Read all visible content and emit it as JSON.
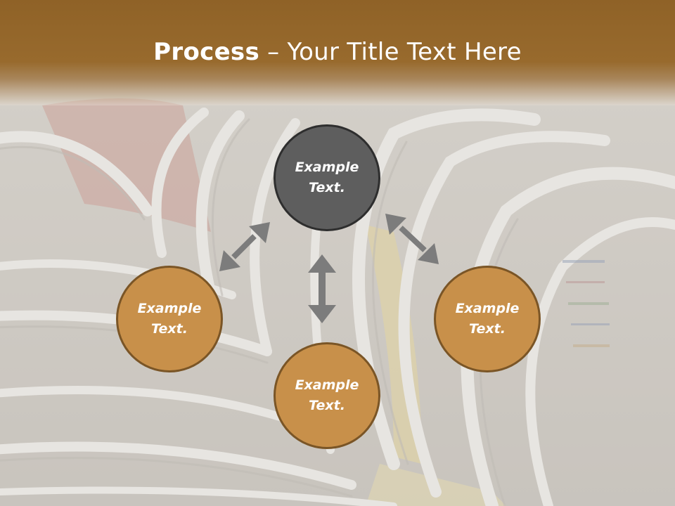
{
  "slide": {
    "title_bold": "Process",
    "title_rest": " – Your Title Text Here"
  },
  "circles": {
    "top": {
      "line1": "Example",
      "line2": "Text."
    },
    "left": {
      "line1": "Example",
      "line2": "Text."
    },
    "bottom": {
      "line1": "Example",
      "line2": "Text."
    },
    "right": {
      "line1": "Example",
      "line2": "Text."
    }
  },
  "colors": {
    "header": "#986a2d",
    "circle_dark": "#5e5e5e",
    "circle_gold": "#c8904a",
    "arrow": "#7c7c7c"
  }
}
